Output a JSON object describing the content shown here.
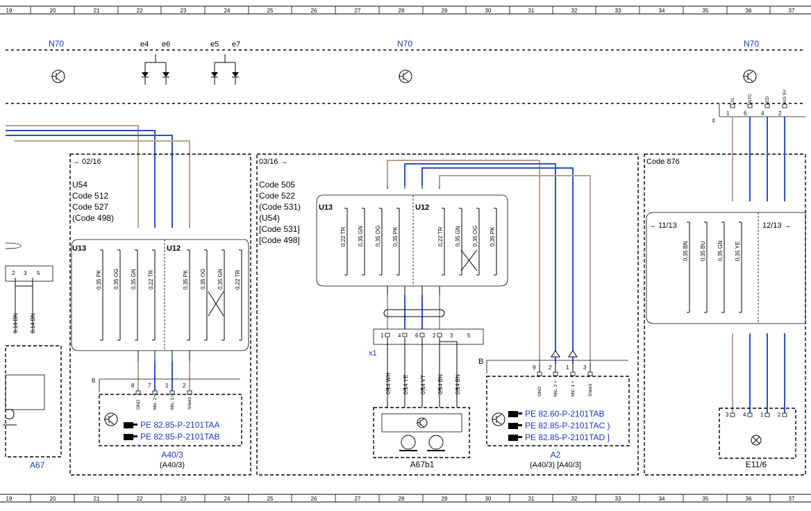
{
  "ruler": [
    "19",
    "20",
    "21",
    "22",
    "23",
    "24",
    "25",
    "26",
    "27",
    "28",
    "29",
    "30",
    "31",
    "32",
    "33",
    "34",
    "35",
    "36",
    "37"
  ],
  "header": {
    "module_left": "N70",
    "module_mid": "N70",
    "module_right": "N70",
    "leds": [
      "e4",
      "e6",
      "e5",
      "e7"
    ]
  },
  "right_connector": {
    "letter": "F",
    "pins": [
      "1",
      "6",
      "4",
      "2"
    ],
    "pin_names": [
      "31",
      "NTC",
      "ED",
      "HS 5V"
    ]
  },
  "box1": {
    "ref": "→ 02/16",
    "codes": [
      "U54",
      "Code 512",
      "Code 527",
      "(Code 498)"
    ],
    "u13": "U13",
    "u12": "U12",
    "wires": [
      "0,35 PK",
      "0,35 OG",
      "0,35 GN",
      "0,22 TR",
      "0,35 PK",
      "0,35 OG",
      "0,35 GN",
      "0,22 TR"
    ]
  },
  "box2": {
    "ref": "03/16 →",
    "codes": [
      "Code 505",
      "Code 522",
      "(Code 531)",
      "(U54)",
      "[Code 531]",
      "[Code 498]"
    ],
    "u13": "U13",
    "u12": "U12",
    "wires": [
      "0,22 TR",
      "0,35 GN",
      "0,35 OG",
      "0,35 PK",
      "0,22 TR",
      "0,35 GN",
      "0,35 OG",
      "0,35 PK"
    ]
  },
  "box3": {
    "code": "Code 876",
    "ref_left": "→ 11/13",
    "ref_right": "12/13 →",
    "wires": [
      "0,35 BN",
      "0,35 BU",
      "0,35 GN",
      "0,35 YE"
    ]
  },
  "left_edge": {
    "pins": [
      "2",
      "3",
      "5"
    ],
    "wires": [
      "0,14 BN",
      "0,14 BN"
    ],
    "label": "A67"
  },
  "a403_left": {
    "conn": "B",
    "pins": [
      "8",
      "7",
      "1",
      "2"
    ],
    "pin_names": [
      "GND",
      "Mic. 2+",
      "Mic. 1+",
      "Shield"
    ],
    "pe": [
      "PE 82.85-P-2101TAA",
      "PE 82.85-P-2101TAB"
    ],
    "pe_brackets": [
      "",
      "( )"
    ],
    "label": "A40/3",
    "sub": "(A40/3)"
  },
  "a67b1": {
    "conn": "x1",
    "pins": [
      "1",
      "4",
      "6",
      "2",
      "3",
      "5"
    ],
    "wires": [
      "0,14 WH",
      "0,14 YE",
      "0,14 VT",
      "0,14 BN",
      "0,14 BN"
    ],
    "label": "A67b1"
  },
  "a2": {
    "conn": "B",
    "pins": [
      "9",
      "2",
      "1",
      "3"
    ],
    "pin_names": [
      "GND",
      "Mic. 2 +",
      "Mic. 1 +",
      "Shield"
    ],
    "pe": [
      "PE 82.60-P-2101TAB",
      "PE 82.85-P-2101TAC )",
      "PE 82.85-P-2101TAD ]"
    ],
    "label": "A2",
    "sub": "(A40/3)  [A40/3]"
  },
  "e116": {
    "pins": [
      "3",
      "4",
      "1",
      "2"
    ],
    "label": "E11/6"
  }
}
